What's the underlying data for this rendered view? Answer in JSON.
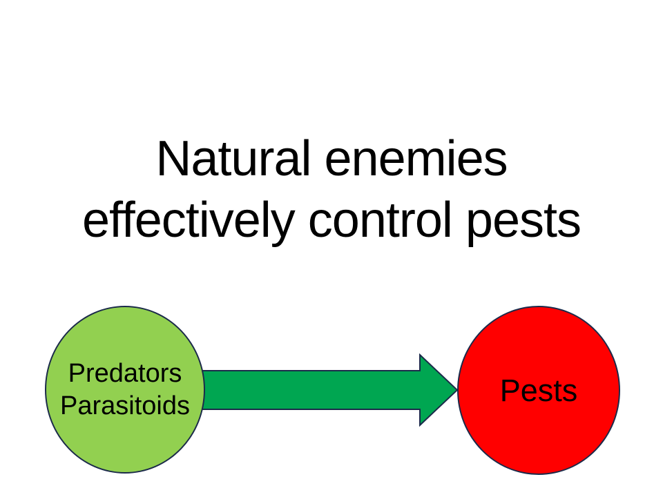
{
  "slide": {
    "background": "#FFFFFF",
    "title": {
      "line1": "Natural enemies",
      "line2": "effectively control pests",
      "color": "#000000"
    },
    "diagram": {
      "source_node": {
        "lines": [
          "Predators",
          "Parasitoids"
        ],
        "fill": "#92D050",
        "border": "#1B2A4A",
        "text_color": "#000000"
      },
      "arrow": {
        "direction": "right",
        "fill": "#00A651",
        "border": "#1B2A4A"
      },
      "target_node": {
        "label": "Pests",
        "fill": "#FF0000",
        "border": "#1B2A4A",
        "text_color": "#000000"
      }
    }
  }
}
